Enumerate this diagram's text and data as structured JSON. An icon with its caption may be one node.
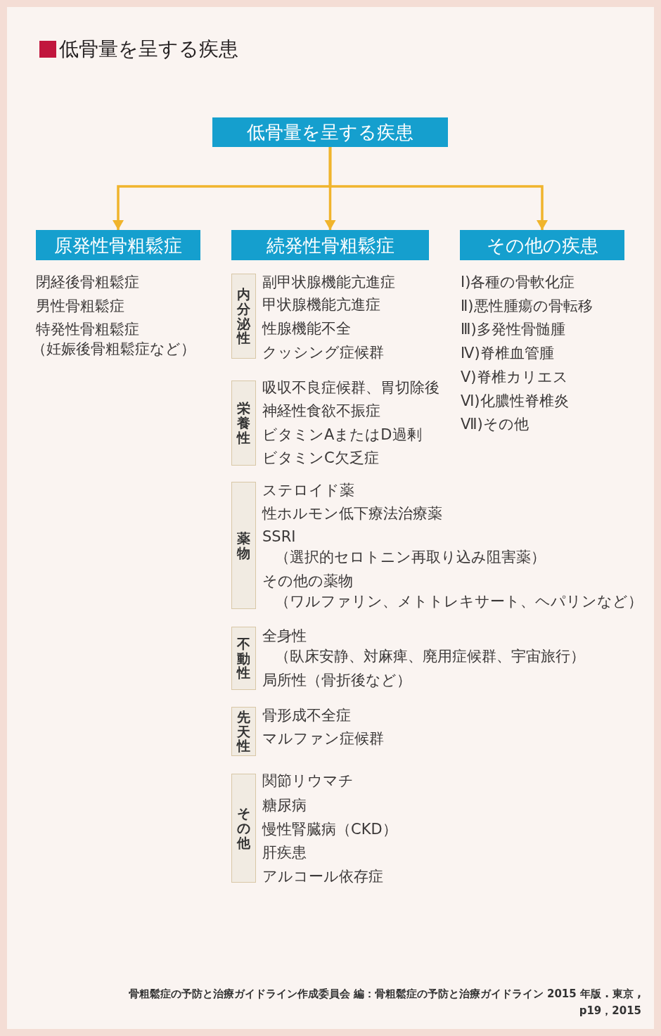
{
  "diagram": {
    "title": "低骨量を呈する疾患",
    "caption": "骨粗鬆症の予防と治療ガイドライン作成委員会 編：骨粗鬆症の予防と治療ガイドライン 2015 年版 . 東京 , p19，2015",
    "nodes": [
      {
        "text": [
          "低骨量を呈する疾患"
        ]
      },
      {
        "text": [
          "原発性骨粗鬆症"
        ],
        "beside": [
          "閉経後骨粗鬆症",
          "男性骨粗鬆症",
          "特発性骨粗鬆症",
          "（妊娠後骨粗鬆症など）"
        ]
      },
      {
        "text": [
          "続発性骨粗鬆症"
        ]
      },
      {
        "text": [
          "その他の疾患"
        ],
        "beside": [
          "Ⅰ)各種の骨軟化症",
          "Ⅱ)悪性腫瘍の骨転移",
          "Ⅲ)多発性骨髄腫",
          "Ⅳ)脊椎血管腫",
          "Ⅴ)脊椎カリエス",
          "Ⅵ)化膿性脊椎炎",
          "Ⅶ)その他"
        ]
      },
      {
        "text": [
          "内分泌性"
        ],
        "beside": [
          "副甲状腺機能亢進症",
          "甲状腺機能亢進症",
          "性腺機能不全",
          "クッシング症候群"
        ]
      },
      {
        "text": [
          "栄養性"
        ],
        "beside": [
          "吸収不良症候群、胃切除後",
          "神経性食欲不振症",
          "ビタミンAまたはD過剰",
          "ビタミンC欠乏症"
        ]
      },
      {
        "text": [
          "薬物"
        ],
        "beside": [
          "ステロイド薬",
          "性ホルモン低下療法治療薬",
          "SSRI",
          "（選択的セロトニン再取り込み阻害薬）",
          "その他の薬物",
          "（ワルファリン、メトトレキサート、ヘパリンなど）"
        ]
      },
      {
        "text": [
          "不動性"
        ],
        "beside": [
          "全身性",
          "（臥床安静、対麻痺、廃用症候群、宇宙旅行）",
          "局所性（骨折後など）"
        ]
      },
      {
        "text": [
          "先天性"
        ],
        "beside": [
          "骨形成不全症",
          "マルファン症候群"
        ]
      },
      {
        "text": [
          "その他"
        ],
        "beside": [
          "関節リウマチ",
          "糖尿病",
          "慢性腎臓病（CKD）",
          "肝疾患",
          "アルコール依存症"
        ]
      }
    ],
    "edges": [
      {
        "from": 0,
        "to": 1,
        "arrow": "to"
      },
      {
        "from": 0,
        "to": 2,
        "arrow": "to"
      },
      {
        "from": 0,
        "to": 3,
        "arrow": "to"
      }
    ]
  }
}
